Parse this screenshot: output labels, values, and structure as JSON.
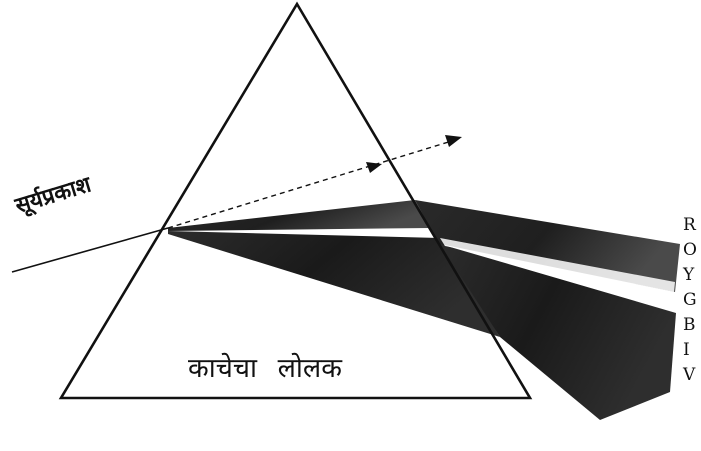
{
  "labels": {
    "sunlight": "सूर्यप्रकाश",
    "glass_prism": "काचेचा लोलक"
  },
  "spectrum_colors": [
    "R",
    "O",
    "Y",
    "G",
    "B",
    "I",
    "V"
  ],
  "colors": {
    "outline": "#111111",
    "band_dark": "#1e1e1e",
    "band_mid": "#3a3a3a",
    "band_light": "#6e6e6e",
    "background": "#ffffff"
  }
}
